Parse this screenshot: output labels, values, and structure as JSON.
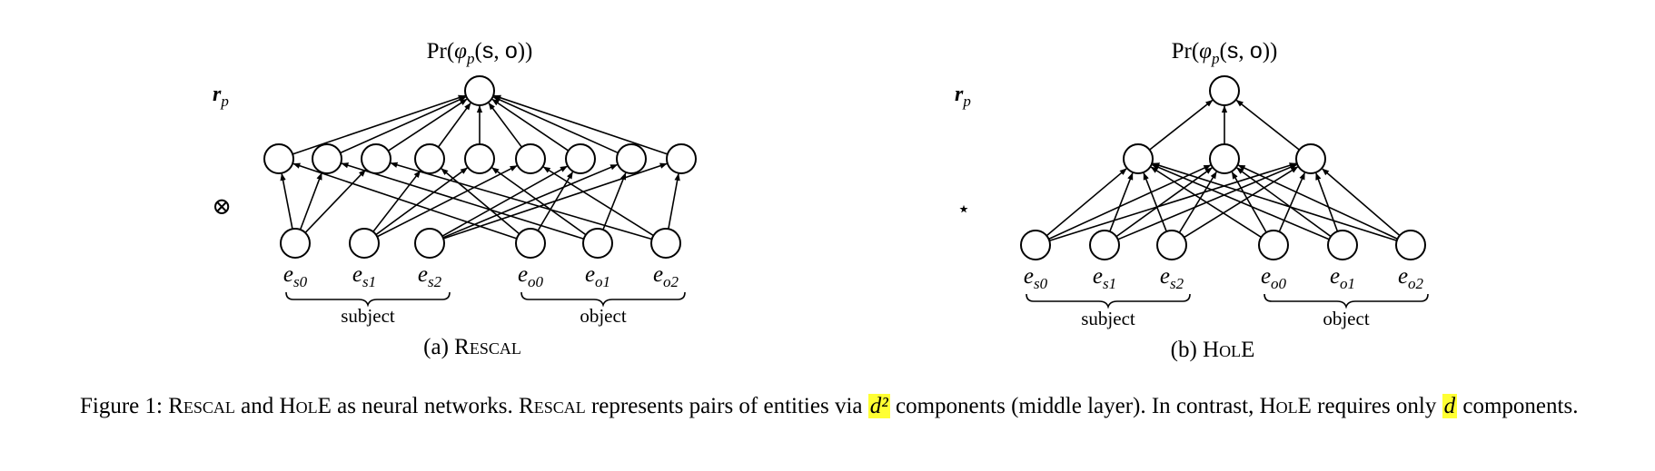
{
  "diagram_a": {
    "output_label": {
      "pre": "Pr(",
      "phi": "φ",
      "sub": "p",
      "mid": "(",
      "s": "s",
      "comma": ", ",
      "o": "o",
      "post": "))"
    },
    "side_labels": {
      "rp_r": "r",
      "rp_p": "p",
      "operator": "⊗"
    },
    "entity_labels": [
      {
        "base": "e",
        "sub": "s0"
      },
      {
        "base": "e",
        "sub": "s1"
      },
      {
        "base": "e",
        "sub": "s2"
      },
      {
        "base": "e",
        "sub": "o0"
      },
      {
        "base": "e",
        "sub": "o1"
      },
      {
        "base": "e",
        "sub": "o2"
      }
    ],
    "brace_labels": {
      "subject": "subject",
      "object": "object"
    },
    "subcaption": {
      "prefix": "(a) ",
      "name": "Rescal"
    }
  },
  "diagram_b": {
    "output_label": {
      "pre": "Pr(",
      "phi": "φ",
      "sub": "p",
      "mid": "(",
      "s": "s",
      "comma": ", ",
      "o": "o",
      "post": "))"
    },
    "side_labels": {
      "rp_r": "r",
      "rp_p": "p",
      "operator": "⋆"
    },
    "entity_labels": [
      {
        "base": "e",
        "sub": "s0"
      },
      {
        "base": "e",
        "sub": "s1"
      },
      {
        "base": "e",
        "sub": "s2"
      },
      {
        "base": "e",
        "sub": "o0"
      },
      {
        "base": "e",
        "sub": "o1"
      },
      {
        "base": "e",
        "sub": "o2"
      }
    ],
    "brace_labels": {
      "subject": "subject",
      "object": "object"
    },
    "subcaption": {
      "prefix": "(b) ",
      "name": "HolE"
    }
  },
  "caption": {
    "t1": "Figure 1: ",
    "rescal1": "Rescal",
    "t2": " and ",
    "hole1": "HolE",
    "t3": " as neural networks. ",
    "rescal2": "Rescal",
    "t4": " represents pairs of entities via ",
    "hl1": "d²",
    "t5": " components (middle layer). In contrast, ",
    "hole2": "HolE",
    "t6": " requires only ",
    "hl2": "d",
    "t7": " components."
  }
}
